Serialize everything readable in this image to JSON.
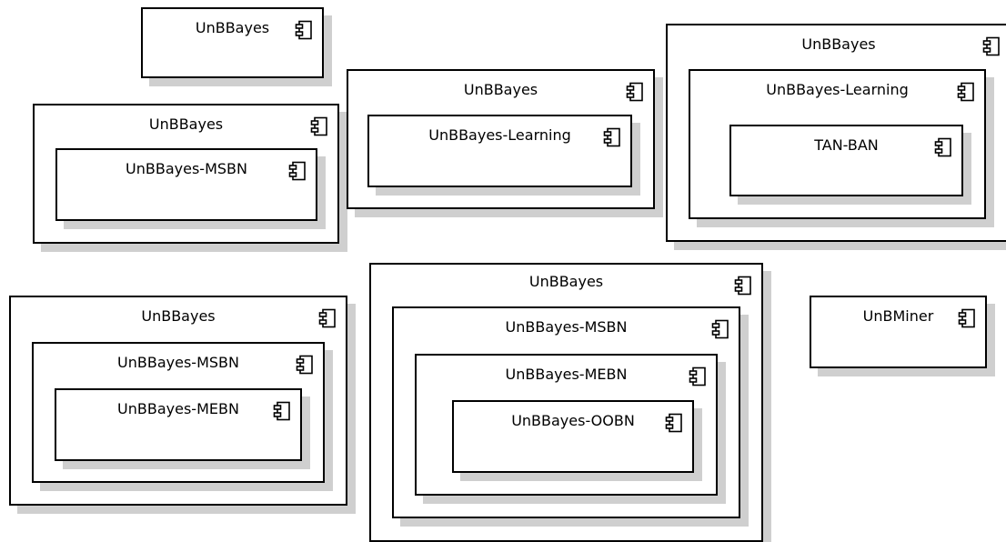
{
  "colors": {
    "border": "#000000",
    "shadow": "#cfcfcf",
    "background": "#ffffff"
  },
  "icon": "component-icon",
  "components": [
    {
      "id": "c1",
      "label": "UnBBayes",
      "children": []
    },
    {
      "id": "c2",
      "label": "UnBBayes",
      "children": [
        {
          "id": "c2a",
          "label": "UnBBayes-MSBN",
          "children": []
        }
      ]
    },
    {
      "id": "c3",
      "label": "UnBBayes",
      "children": [
        {
          "id": "c3a",
          "label": "UnBBayes-Learning",
          "children": []
        }
      ]
    },
    {
      "id": "c4",
      "label": "UnBBayes",
      "children": [
        {
          "id": "c4a",
          "label": "UnBBayes-Learning",
          "children": [
            {
              "id": "c4b",
              "label": "TAN-BAN",
              "children": []
            }
          ]
        }
      ]
    },
    {
      "id": "c5",
      "label": "UnBBayes",
      "children": [
        {
          "id": "c5a",
          "label": "UnBBayes-MSBN",
          "children": [
            {
              "id": "c5b",
              "label": "UnBBayes-MEBN",
              "children": []
            }
          ]
        }
      ]
    },
    {
      "id": "c6",
      "label": "UnBBayes",
      "children": [
        {
          "id": "c6a",
          "label": "UnBBayes-MSBN",
          "children": [
            {
              "id": "c6b",
              "label": "UnBBayes-MEBN",
              "children": [
                {
                  "id": "c6c",
                  "label": "UnBBayes-OOBN",
                  "children": []
                }
              ]
            }
          ]
        }
      ]
    },
    {
      "id": "c7",
      "label": "UnBMiner",
      "children": []
    }
  ]
}
